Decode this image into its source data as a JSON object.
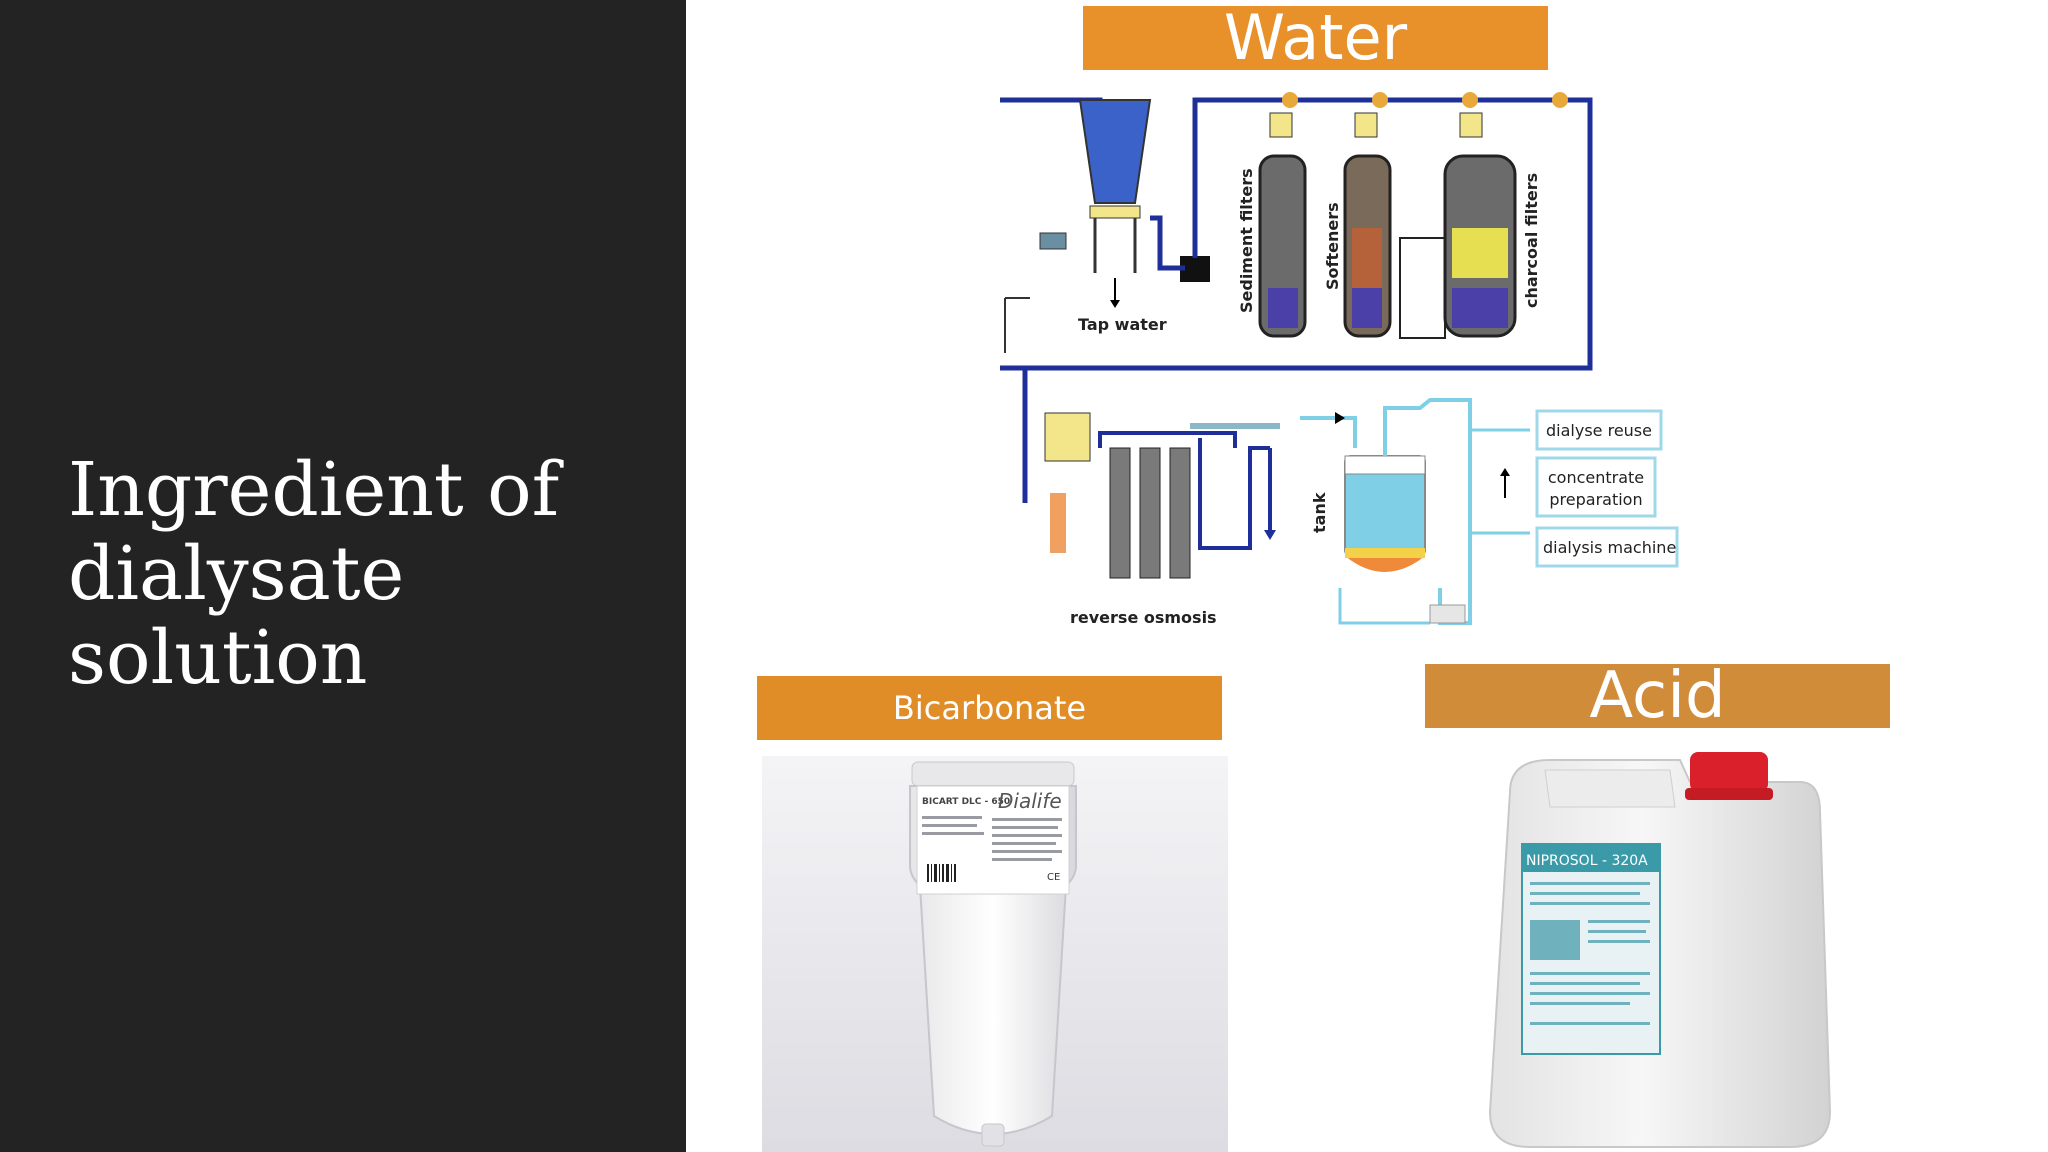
{
  "slide": {
    "title_lines": [
      "Ingredient of",
      "dialysate",
      "solution"
    ]
  },
  "sections": {
    "water": "Water",
    "bicarbonate": "Bicarbonate",
    "acid": "Acid"
  },
  "diagram_labels": {
    "tap_water": "Tap water",
    "sediment_filters": "Sediment  filters",
    "softeners": "Softeners",
    "charcoal_filters": "charcoal  filters",
    "reverse_osmosis": "reverse osmosis",
    "tank": "tank",
    "dialyse_reuse": "dialyse reuse",
    "concentrate_line1": "concentrate",
    "concentrate_line2": "preparation",
    "dialysis_machine": "dialysis machine"
  },
  "product_labels": {
    "bicarb_brand": "Dialife",
    "bicarb_code": "BICART DLC - 650",
    "acid_brand": "NIPROSOL - 320A"
  },
  "colors": {
    "panel": "#232323",
    "label_orange": "#e8912b",
    "pipe_blue": "#1f2f9a",
    "light_pipe": "#7fd0e6"
  }
}
